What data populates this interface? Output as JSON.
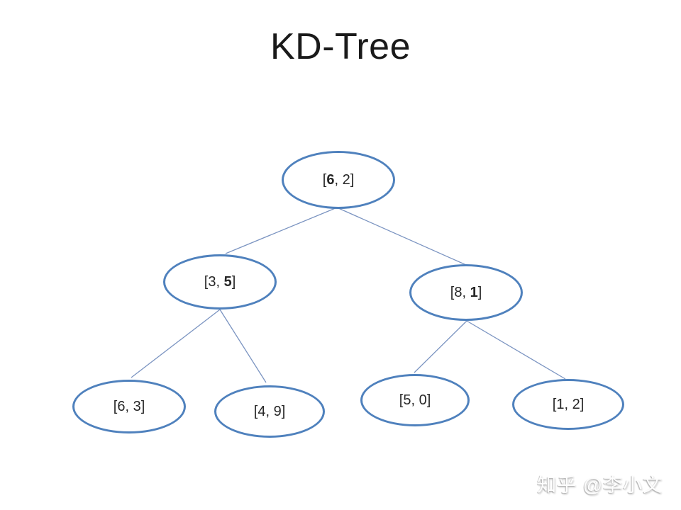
{
  "title": "KD-Tree",
  "colors": {
    "node_border": "#4f81bd",
    "edge_line": "#7b94c1",
    "text": "#262626",
    "background": "#ffffff"
  },
  "tree": {
    "nodes": [
      {
        "name": "root",
        "open": "[",
        "x": "6",
        "sep": ", ",
        "y": "2",
        "close": "]",
        "bold_dim": "x",
        "label": "[6, 2]"
      },
      {
        "name": "left",
        "open": "[",
        "x": "3",
        "sep": ", ",
        "y": "5",
        "close": "]",
        "bold_dim": "y",
        "label": "[3, 5]"
      },
      {
        "name": "right",
        "open": "[",
        "x": "8",
        "sep": ", ",
        "y": "1",
        "close": "]",
        "bold_dim": "y",
        "label": "[8, 1]"
      },
      {
        "name": "left-left",
        "open": "[",
        "x": "6",
        "sep": ", ",
        "y": "3",
        "close": "]",
        "bold_dim": "none",
        "label": "[6, 3]"
      },
      {
        "name": "left-right",
        "open": "[",
        "x": "4",
        "sep": ", ",
        "y": "9",
        "close": "]",
        "bold_dim": "none",
        "label": "[4, 9]"
      },
      {
        "name": "right-left",
        "open": "[",
        "x": "5",
        "sep": ", ",
        "y": "0",
        "close": "]",
        "bold_dim": "none",
        "label": "[5, 0]"
      },
      {
        "name": "right-right",
        "open": "[",
        "x": "1",
        "sep": ", ",
        "y": "2",
        "close": "]",
        "bold_dim": "none",
        "label": "[1, 2]"
      }
    ],
    "edges": [
      {
        "from": "[6, 2]",
        "to": "[3, 5]"
      },
      {
        "from": "[6, 2]",
        "to": "[8, 1]"
      },
      {
        "from": "[3, 5]",
        "to": "[6, 3]"
      },
      {
        "from": "[3, 5]",
        "to": "[4, 9]"
      },
      {
        "from": "[8, 1]",
        "to": "[5, 0]"
      },
      {
        "from": "[8, 1]",
        "to": "[1, 2]"
      }
    ]
  },
  "watermark": {
    "text": "知乎 @李小文"
  }
}
